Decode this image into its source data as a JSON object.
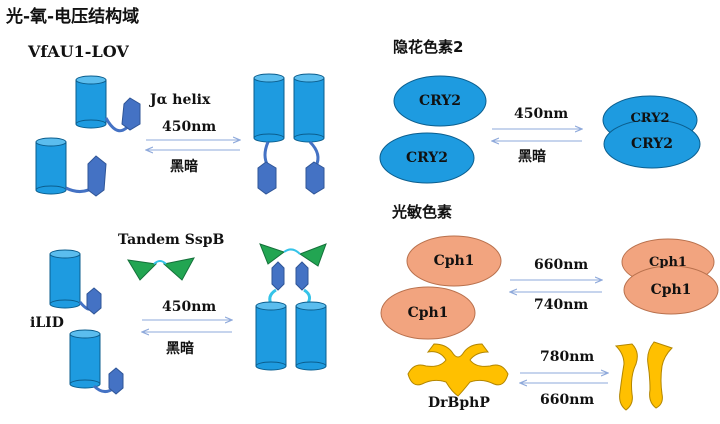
{
  "title": "光-氧-电压结构域",
  "sections": {
    "lov": {
      "heading": "VfAU1-LOV",
      "helix_label": "Jα helix",
      "light": "450nm",
      "dark": "黑暗"
    },
    "ilid": {
      "partner_label": "Tandem SspB",
      "protein_label": "iLID",
      "light": "450nm",
      "dark": "黑暗"
    },
    "cry": {
      "heading": "隐花色素2",
      "protein": "CRY2",
      "protein_hidden": "CRY2",
      "light": "450nm",
      "dark": "黑暗"
    },
    "phyto": {
      "heading": "光敏色素",
      "protein": "Cph1",
      "protein_hidden": "Cph1",
      "light": "660nm",
      "dark": "740nm"
    },
    "bph": {
      "protein_label": "DrBphP",
      "light": "780nm",
      "dark": "660nm"
    }
  },
  "colors": {
    "cylinder": "#1E9BE0",
    "hexagon": "#4472C4",
    "linker": "#4472C4",
    "linker_light": "#35C3E8",
    "cry2": "#1E9BE0",
    "cph1": "#F2A47F",
    "drbphp": "#FFC000",
    "sspb": "#22A552",
    "arrow": "#8EA9DB"
  }
}
